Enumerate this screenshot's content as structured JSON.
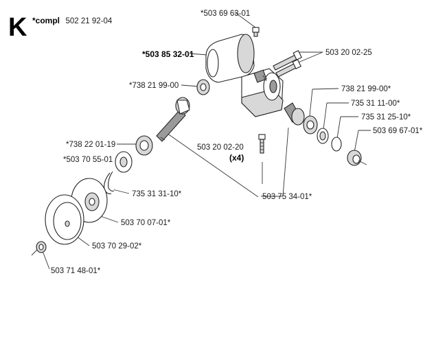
{
  "section": {
    "letter": "K",
    "compl_prefix": "*compl",
    "compl_number": "502 21 92-04"
  },
  "labels": {
    "p_503696301": "*503 69 63-01",
    "p_503853201": "*503 85 32-01",
    "p_503200225": "503 20 02-25",
    "p_738219900_left": "*738 21 99-00",
    "p_738219900_right": "738 21 99-00*",
    "p_735311100": "735 31 11-00*",
    "p_735312510": "735 31 25-10*",
    "p_503696701": "503 69 67-01*",
    "p_738220119": "*738 22 01-19",
    "p_503705501": "*503 70 55-01",
    "p_503200220": "503 20 02-20",
    "p_503200220_qty": "(x4)",
    "p_735313110": "735 31 31-10*",
    "p_503753401": "503 75 34-01*",
    "p_503700701": "503 70 07-01*",
    "p_503702902": "503 70 29-02*",
    "p_503714801": "503 71 48-01*"
  }
}
